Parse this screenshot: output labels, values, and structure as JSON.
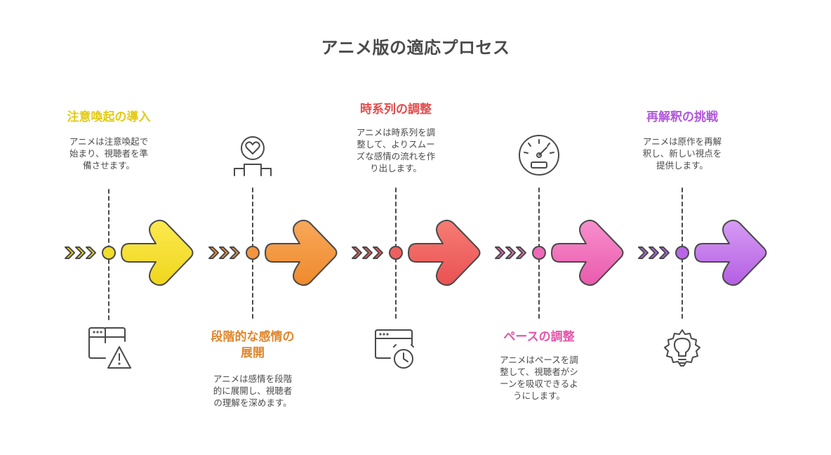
{
  "title": "アニメ版の適応プロセス",
  "colors": {
    "outline": "#4a4a4a",
    "stage1": "#f2dd2a",
    "stage2": "#f3953e",
    "stage3": "#ee5f5f",
    "stage4": "#ed6ab8",
    "stage5": "#b866e6"
  },
  "stages": [
    {
      "heading": "注意喚起の導入",
      "description": "アニメは注意喚起で\n始まり、視聴者を準\n備させます。",
      "label_position": "top",
      "icons": [
        "heart-pedestal-icon",
        "browser-warning-icon"
      ]
    },
    {
      "heading": "段階的な感情の\n展開",
      "description": "アニメは感情を段階\n的に展開し、視聴者\nの理解を深めます。",
      "label_position": "bottom",
      "icons": [
        "heart-pedestal-icon"
      ]
    },
    {
      "heading": "時系列の調整",
      "description": "アニメは時系列を調\n整して、よりスムー\nズな感情の流れを作\nり出します。",
      "label_position": "top",
      "icons": [
        "browser-clock-icon"
      ]
    },
    {
      "heading": "ペースの調整",
      "description": "アニメはペースを調\n整して、視聴者がシ\nーンを吸収できるよ\nうにします。",
      "label_position": "bottom",
      "icons": [
        "speedometer-icon"
      ]
    },
    {
      "heading": "再解釈の挑戦",
      "description": "アニメは原作を再解\n釈し、新しい視点を\n提供します。",
      "label_position": "top",
      "icons": [
        "lightbulb-gear-icon"
      ]
    }
  ]
}
